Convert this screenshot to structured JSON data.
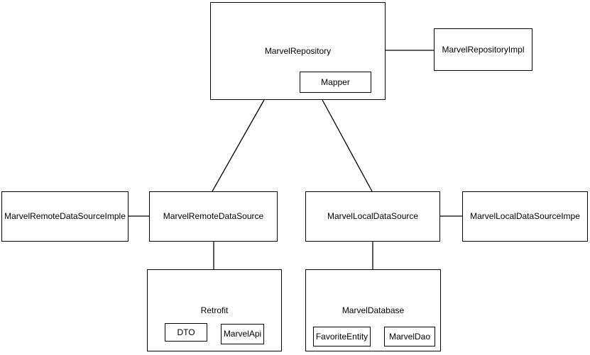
{
  "diagram": {
    "colors": {
      "background": "#ffffff",
      "node_fill": "#ffffff",
      "stroke": "#000000",
      "text": "#000000"
    },
    "nodes": {
      "marvel_repository": {
        "label": "MarvelRepository"
      },
      "mapper": {
        "label": "Mapper"
      },
      "marvel_repository_impl": {
        "label": "MarvelRepositoryImpl"
      },
      "marvel_remote_data_source_imple": {
        "label": "MarvelRemoteDataSourceImple"
      },
      "marvel_remote_data_source": {
        "label": "MarvelRemoteDataSource"
      },
      "marvel_local_data_source": {
        "label": "MarvelLocalDataSource"
      },
      "marvel_local_data_source_impe": {
        "label": "MarvelLocalDataSourceImpe"
      },
      "retrofit": {
        "label": "Retrofit"
      },
      "dto": {
        "label": "DTO"
      },
      "marvel_api": {
        "label": "MarvelApi"
      },
      "marvel_database": {
        "label": "MarvelDatabase"
      },
      "favorite_entity": {
        "label": "FavoriteEntity"
      },
      "marvel_dao": {
        "label": "MarvelDao"
      }
    },
    "edges": [
      {
        "from": "MarvelRepository",
        "to": "MarvelRepositoryImpl"
      },
      {
        "from": "MarvelRepository",
        "to": "MarvelRemoteDataSource"
      },
      {
        "from": "MarvelRepository",
        "to": "MarvelLocalDataSource"
      },
      {
        "from": "MarvelRemoteDataSourceImple",
        "to": "MarvelRemoteDataSource"
      },
      {
        "from": "MarvelLocalDataSource",
        "to": "MarvelLocalDataSourceImpe"
      },
      {
        "from": "MarvelRemoteDataSource",
        "to": "Retrofit"
      },
      {
        "from": "MarvelLocalDataSource",
        "to": "MarvelDatabase"
      }
    ]
  }
}
